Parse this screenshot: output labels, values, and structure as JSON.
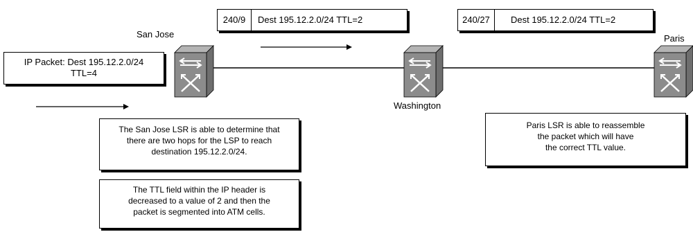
{
  "nodes": {
    "san_jose": "San Jose",
    "washington": "Washington",
    "paris": "Paris"
  },
  "ip_packet": {
    "line1": "IP Packet: Dest 195.12.2.0/24",
    "line2": "TTL=4"
  },
  "cell_header_1": {
    "label": "240/9",
    "dest": "Dest 195.12.2.0/24 TTL=2"
  },
  "cell_header_2": {
    "label": "240/27",
    "dest": "Dest 195.12.2.0/24 TTL=2"
  },
  "notes": {
    "san_jose_lsr": "The San Jose LSR is able to determine that\nthere are two hops for the LSP to reach\ndestination 195.12.2.0/24.",
    "ttl_field": "The TTL field within the IP header is\ndecreased to a value of 2 and then the\npacket is segmented into ATM cells.",
    "paris_lsr": "Paris LSR is able to reassemble\nthe packet which will have\nthe correct TTL value."
  },
  "icons": [
    "atm-switch-icon",
    "arrow-right-icon"
  ],
  "colors": {
    "switch_fill": "#8c8c8c",
    "switch_dark": "#5a5a5a",
    "line": "#000000"
  }
}
